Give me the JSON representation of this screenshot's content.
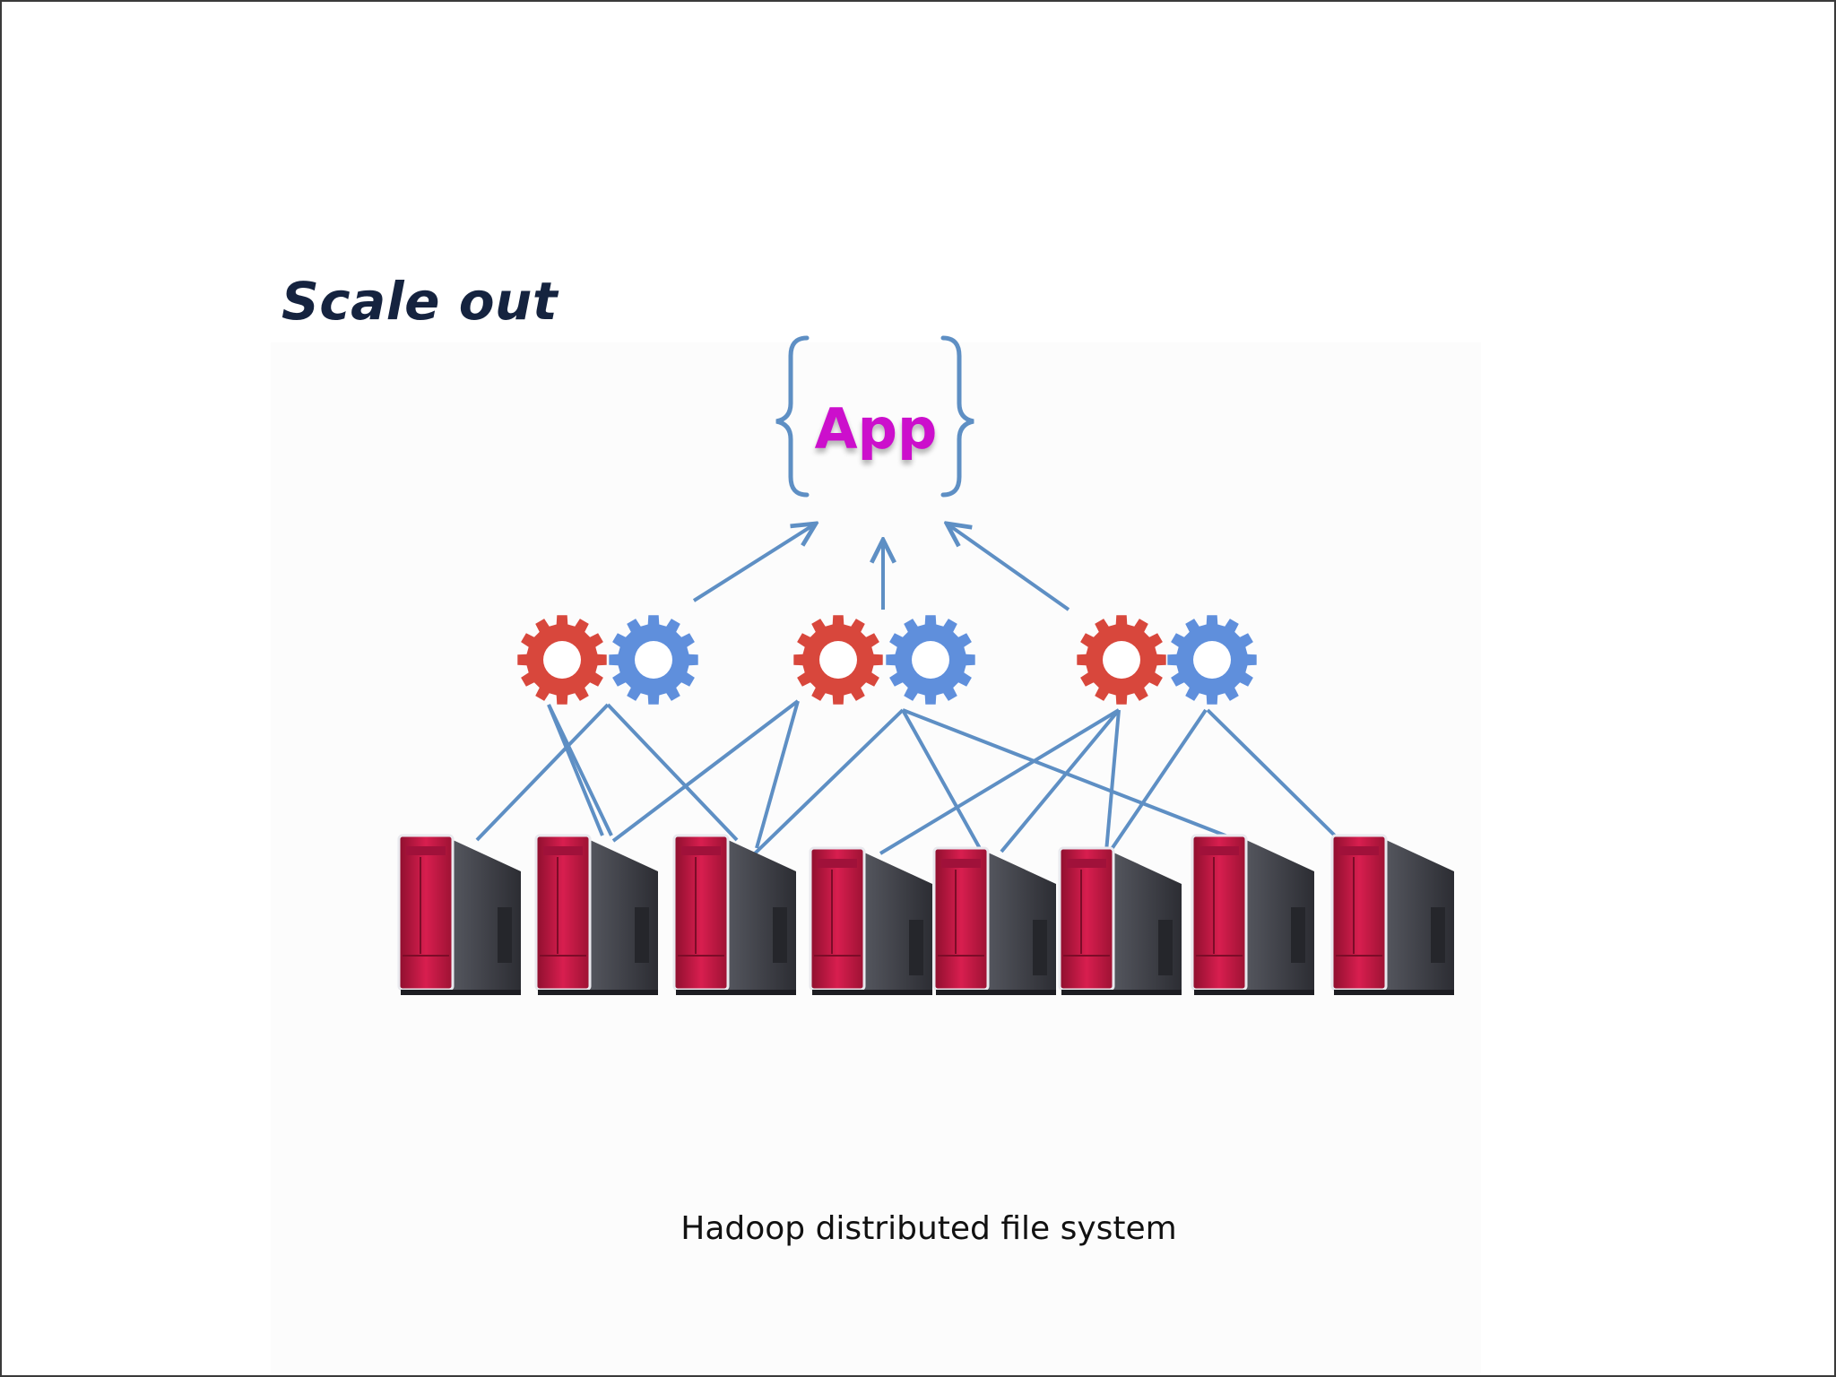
{
  "slide": {
    "title": "Scale out",
    "app_label": "App",
    "caption": "Hadoop distributed file system"
  },
  "diagram": {
    "gear_pairs": 3,
    "servers": 8,
    "icons": {
      "gear": "gear-icon",
      "server": "server-tower-icon",
      "brace": "curly-brace-icon"
    },
    "colors": {
      "gear_red": "#d8473c",
      "gear_blue": "#5f8fdc",
      "link": "#5e8fc4",
      "server_front": "#c0163f",
      "server_side": "#3c3d44",
      "title": "#15233f",
      "app": "#cc0fcc"
    }
  }
}
